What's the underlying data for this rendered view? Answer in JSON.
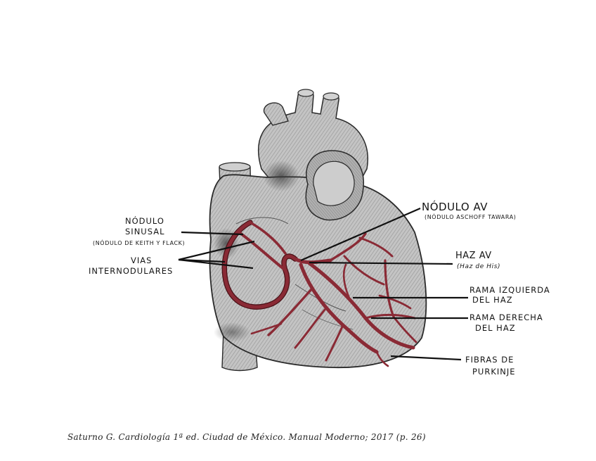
{
  "diagram": {
    "labels": {
      "nodulo_sinusal": {
        "line1": "NÓDULO",
        "line2": "SINUSAL",
        "sub": "(NÓDULO DE KEITH Y FLACK)"
      },
      "vias_internodulares": {
        "line1": "VIAS",
        "line2": "INTERNODULARES"
      },
      "nodulo_av": {
        "title": "NÓDULO AV",
        "sub": "(NÓDULO ASCHOFF TAWARA)"
      },
      "haz_av": {
        "title": "HAZ AV",
        "sub": "(Haz de His)"
      },
      "rama_izquierda": {
        "line1": "RAMA IZQUIERDA",
        "line2": "DEL HAZ"
      },
      "rama_derecha": {
        "line1": "RAMA DERECHA",
        "line2": "DEL HAZ"
      },
      "fibras_purkinje": {
        "line1": "FIBRAS DE",
        "line2": "PURKINJE"
      }
    },
    "colors": {
      "conduction": "#8a2a35",
      "conduction_dark": "#4a1218",
      "heart_fill": "#b9b9b9",
      "outline": "#2a2a2a",
      "leader": "#111111"
    }
  },
  "caption": "Saturno G. Cardiología 1ª ed. Ciudad de México. Manual Moderno; 2017 (p. 26)"
}
